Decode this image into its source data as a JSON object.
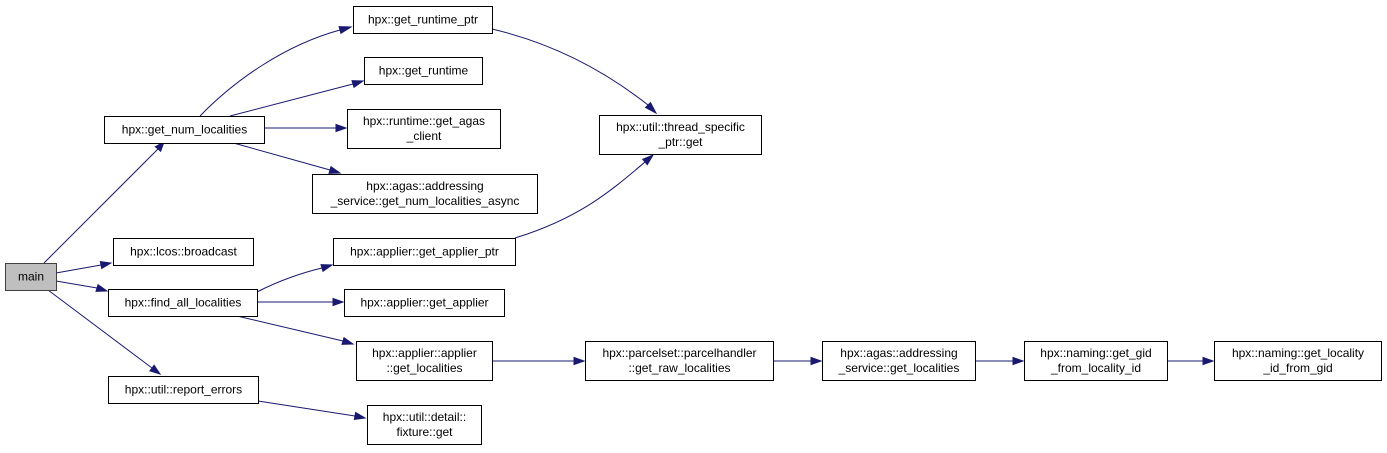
{
  "colors": {
    "edge": "#191970",
    "root_fill": "#bfbfbf",
    "node_fill": "#ffffff",
    "node_border": "#000000"
  },
  "nodes": {
    "main": [
      "main"
    ],
    "get_num_localities": [
      "hpx::get_num_localities"
    ],
    "get_runtime_ptr": [
      "hpx::get_runtime_ptr"
    ],
    "get_runtime": [
      "hpx::get_runtime"
    ],
    "runtime_get_agas_client": [
      "hpx::runtime::get_agas",
      "_client"
    ],
    "get_num_localities_async": [
      "hpx::agas::addressing",
      "_service::get_num_localities_async"
    ],
    "thread_specific_ptr_get": [
      "hpx::util::thread_specific",
      "_ptr::get"
    ],
    "lcos_broadcast": [
      "hpx::lcos::broadcast"
    ],
    "get_applier_ptr": [
      "hpx::applier::get_applier_ptr"
    ],
    "find_all_localities": [
      "hpx::find_all_localities"
    ],
    "get_applier": [
      "hpx::applier::get_applier"
    ],
    "applier_get_localities": [
      "hpx::applier::applier",
      "::get_localities"
    ],
    "get_raw_localities": [
      "hpx::parcelset::parcelhandler",
      "::get_raw_localities"
    ],
    "agas_get_localities": [
      "hpx::agas::addressing",
      "_service::get_localities"
    ],
    "get_gid_from_locality_id": [
      "hpx::naming::get_gid",
      "_from_locality_id"
    ],
    "get_locality_id_from_gid": [
      "hpx::naming::get_locality",
      "_id_from_gid"
    ],
    "report_errors": [
      "hpx::util::report_errors"
    ],
    "fixture_get": [
      "hpx::util::detail::",
      "fixture::get"
    ]
  }
}
